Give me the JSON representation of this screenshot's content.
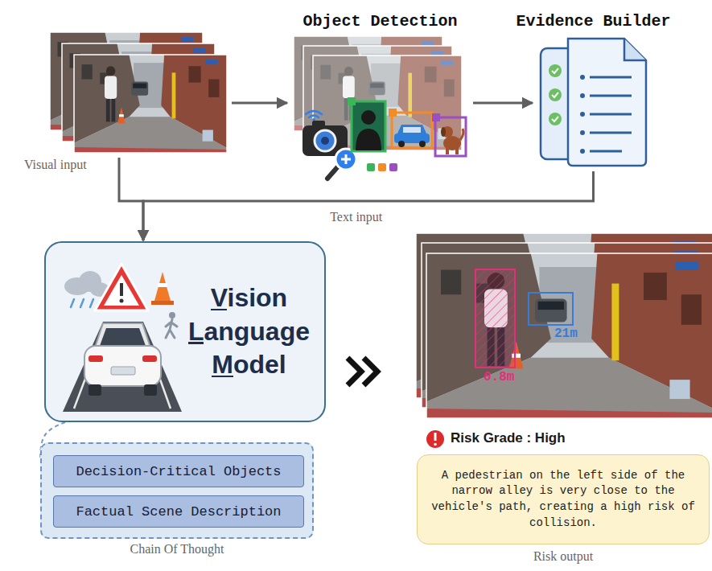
{
  "diagram": {
    "nodes": [
      {
        "text": [
          "Visual input"
        ]
      },
      {
        "text": [
          "Object Detection"
        ]
      },
      {
        "text": [
          "Evidence Builder"
        ]
      },
      {
        "text": [
          "Vision Language Model"
        ]
      },
      {
        "text": [
          "Chain Of Thought"
        ]
      },
      {
        "text": [
          "Decision-Critical Objects"
        ],
        "in": 4
      },
      {
        "text": [
          "Factual Scene Description"
        ],
        "in": 4
      },
      {
        "text": [
          "A pedestrian on the left side of the narrow alley is very close to the vehicle's path, creating a high risk of collision."
        ]
      }
    ],
    "edges": [
      {
        "from": 0,
        "to": 1,
        "arrow": "to"
      },
      {
        "from": 1,
        "to": 2,
        "arrow": "to"
      },
      {
        "from": 2,
        "to": 3,
        "label": "Text input",
        "arrow": "to"
      },
      {
        "from": 0,
        "to": 3,
        "arrow": "to"
      },
      {
        "from": 3,
        "to": 4,
        "arrow": "none"
      }
    ],
    "labels": [
      "0.8m",
      "21m",
      "Risk Grade : High",
      "Risk output"
    ]
  }
}
